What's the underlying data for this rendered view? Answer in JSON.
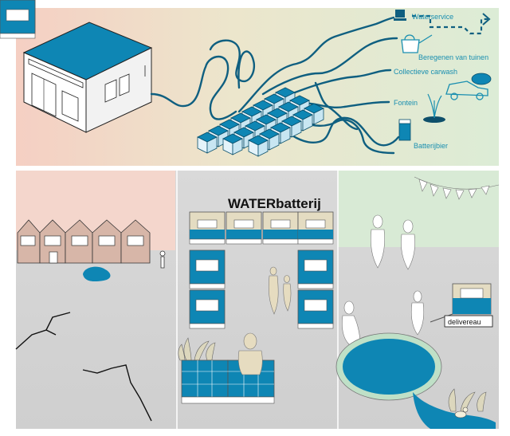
{
  "top_panel": {
    "labels": {
      "waterservice": "Waterservice",
      "beregenen": "Beregenen van tuinen",
      "carwash": "Collectieve carwash",
      "fontein": "Fontein",
      "batterijbier": "Batterijbier"
    }
  },
  "bottom_panel": {
    "title": "WATERbatterij",
    "sign": "delivereau"
  },
  "colors": {
    "water_blue": "#0e86b4",
    "pipe_blue": "#0f5f80",
    "label_blue": "#1a8fb0",
    "pink_bg": "#f4d2c8",
    "green_bg": "#d9ead5",
    "concrete": "#d3d3d3",
    "beige": "#e4dcc2"
  }
}
